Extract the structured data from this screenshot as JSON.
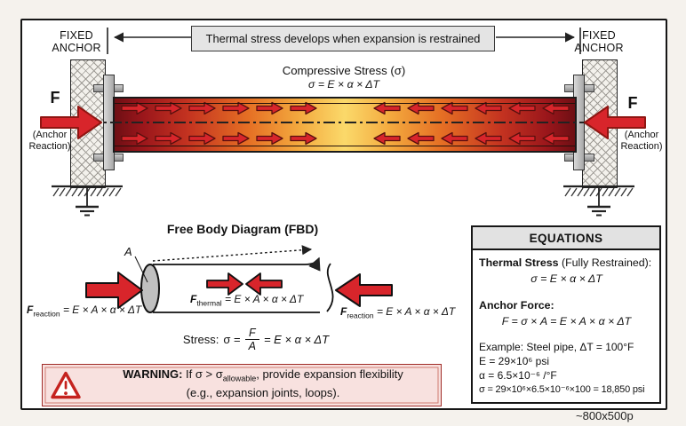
{
  "banner": {
    "text": "Thermal stress develops when expansion is restrained"
  },
  "anchors": {
    "fixed_line1": "FIXED",
    "fixed_line2": "ANCHOR",
    "force": "F",
    "reaction_line1": "(Anchor",
    "reaction_line2": "Reaction)"
  },
  "pipe": {
    "stress_title": "Compressive Stress (σ)",
    "stress_formula": "σ = E × α × ΔT"
  },
  "fbd": {
    "title": "Free Body Diagram (FBD)",
    "area_label": "A",
    "force_symbol": "F",
    "sub_reaction": "reaction",
    "sub_thermal": "thermal",
    "reaction_formula": "= E × A × α × ΔT",
    "thermal_formula": "= E × A × α × ΔT",
    "stress_label": "Stress:",
    "stress_lhs": "σ =",
    "fraction_numerator": "F",
    "fraction_denominator": "A",
    "stress_rhs": "= E × α × ΔT"
  },
  "equations": {
    "header": "EQUATIONS",
    "thermal_title": "Thermal Stress",
    "thermal_qualifier": " (Fully Restrained):",
    "thermal_formula": "σ = E × α × ΔT",
    "anchor_title": "Anchor Force:",
    "anchor_formula": "F = σ × A = E × A × α × ΔT",
    "example_intro": "Example: Steel pipe, ΔT = 100°F",
    "modulus_line": "E = 29×10⁶ psi",
    "alpha_line": "α = 6.5×10⁻⁶ /°F",
    "result_line": "σ = 29×10⁶×6.5×10⁻⁶×100 = 18,850 psi"
  },
  "warning": {
    "label": "WARNING:",
    "text_before_sub": " If σ > σ",
    "subscript": "allowable",
    "text_after_sub": ", provide expansion flexibility",
    "line2": "(e.g., expansion joints, loops)."
  },
  "footer": {
    "size_note": "~800x500p"
  },
  "colors": {
    "arrow_red": "#d8252b",
    "arrow_outline": "#58100e",
    "pipe_hot_center": "#fbd96a",
    "pipe_cold_edge": "#6e0f14",
    "banner_bg": "#e4e4e4",
    "warning_bg": "#f8e1df",
    "warning_border": "#a02c28",
    "metal_gray": "#b5b5b5"
  }
}
